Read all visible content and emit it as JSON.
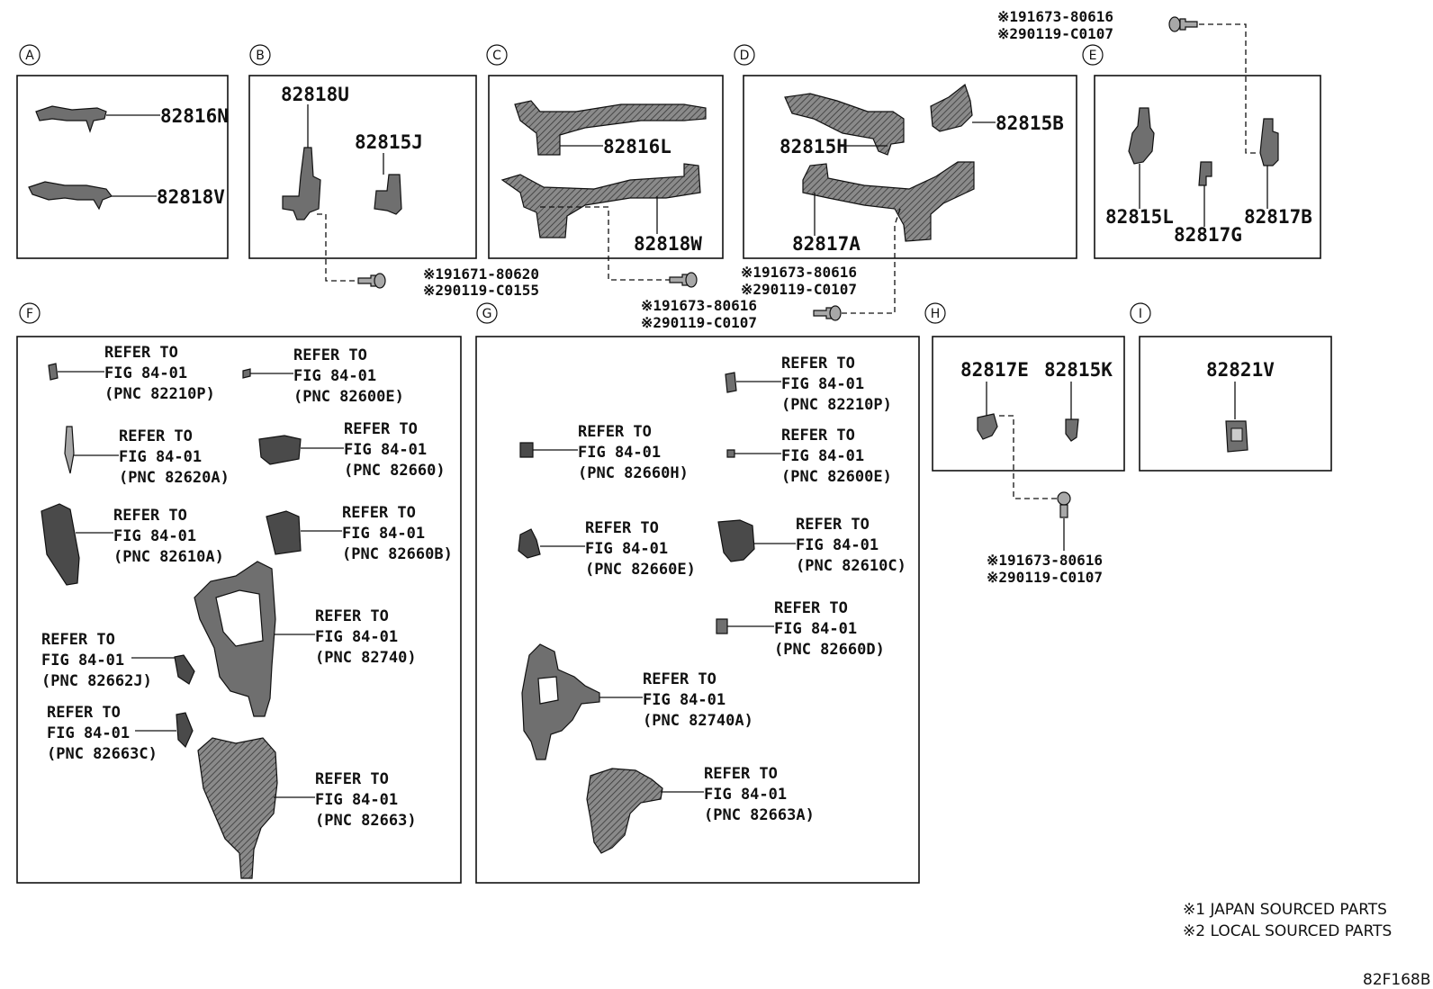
{
  "sections": {
    "A": {
      "letter": "A",
      "parts": [
        "82816N",
        "82818V"
      ]
    },
    "B": {
      "letter": "B",
      "parts": [
        "82818U",
        "82815J"
      ]
    },
    "C": {
      "letter": "C",
      "parts": [
        "82816L",
        "82818W"
      ]
    },
    "D": {
      "letter": "D",
      "parts": [
        "82815H",
        "82815B",
        "82817A"
      ]
    },
    "E": {
      "letter": "E",
      "parts": [
        "82815L",
        "82817G",
        "82817B"
      ]
    },
    "F": {
      "letter": "F"
    },
    "G": {
      "letter": "G"
    },
    "H": {
      "letter": "H",
      "parts": [
        "82817E",
        "82815K"
      ]
    },
    "I": {
      "letter": "I",
      "parts": [
        "82821V"
      ]
    }
  },
  "refer": {
    "line1": "REFER TO",
    "line2": "FIG 84-01"
  },
  "refs_F": [
    "(PNC 82210P)",
    "(PNC 82600E)",
    "(PNC 82620A)",
    "(PNC 82660)",
    "(PNC 82610A)",
    "(PNC 82660B)",
    "(PNC 82740)",
    "(PNC 82662J)",
    "(PNC 82663C)",
    "(PNC 82663)"
  ],
  "refs_G": [
    "(PNC 82210P)",
    "(PNC 82660H)",
    "(PNC 82600E)",
    "(PNC 82660E)",
    "(PNC 82610C)",
    "(PNC 82660D)",
    "(PNC 82740A)",
    "(PNC 82663A)"
  ],
  "bolts": {
    "top": {
      "mark1": "※1",
      "num1": "91673-80616",
      "mark2": "※2",
      "num2": "90119-C0107"
    },
    "b": {
      "mark1": "※1",
      "num1": "91671-80620",
      "mark2": "※2",
      "num2": "90119-C0155"
    },
    "c": {
      "mark1": "※1",
      "num1": "91673-80616",
      "mark2": "※2",
      "num2": "90119-C0107"
    },
    "d": {
      "mark1": "※1",
      "num1": "91673-80616",
      "mark2": "※2",
      "num2": "90119-C0107"
    },
    "h": {
      "mark1": "※1",
      "num1": "91673-80616",
      "mark2": "※2",
      "num2": "90119-C0107"
    }
  },
  "notes": {
    "n1": "※1 JAPAN SOURCED PARTS",
    "n2": "※2 LOCAL SOURCED PARTS"
  },
  "figure_code": "82F168B"
}
